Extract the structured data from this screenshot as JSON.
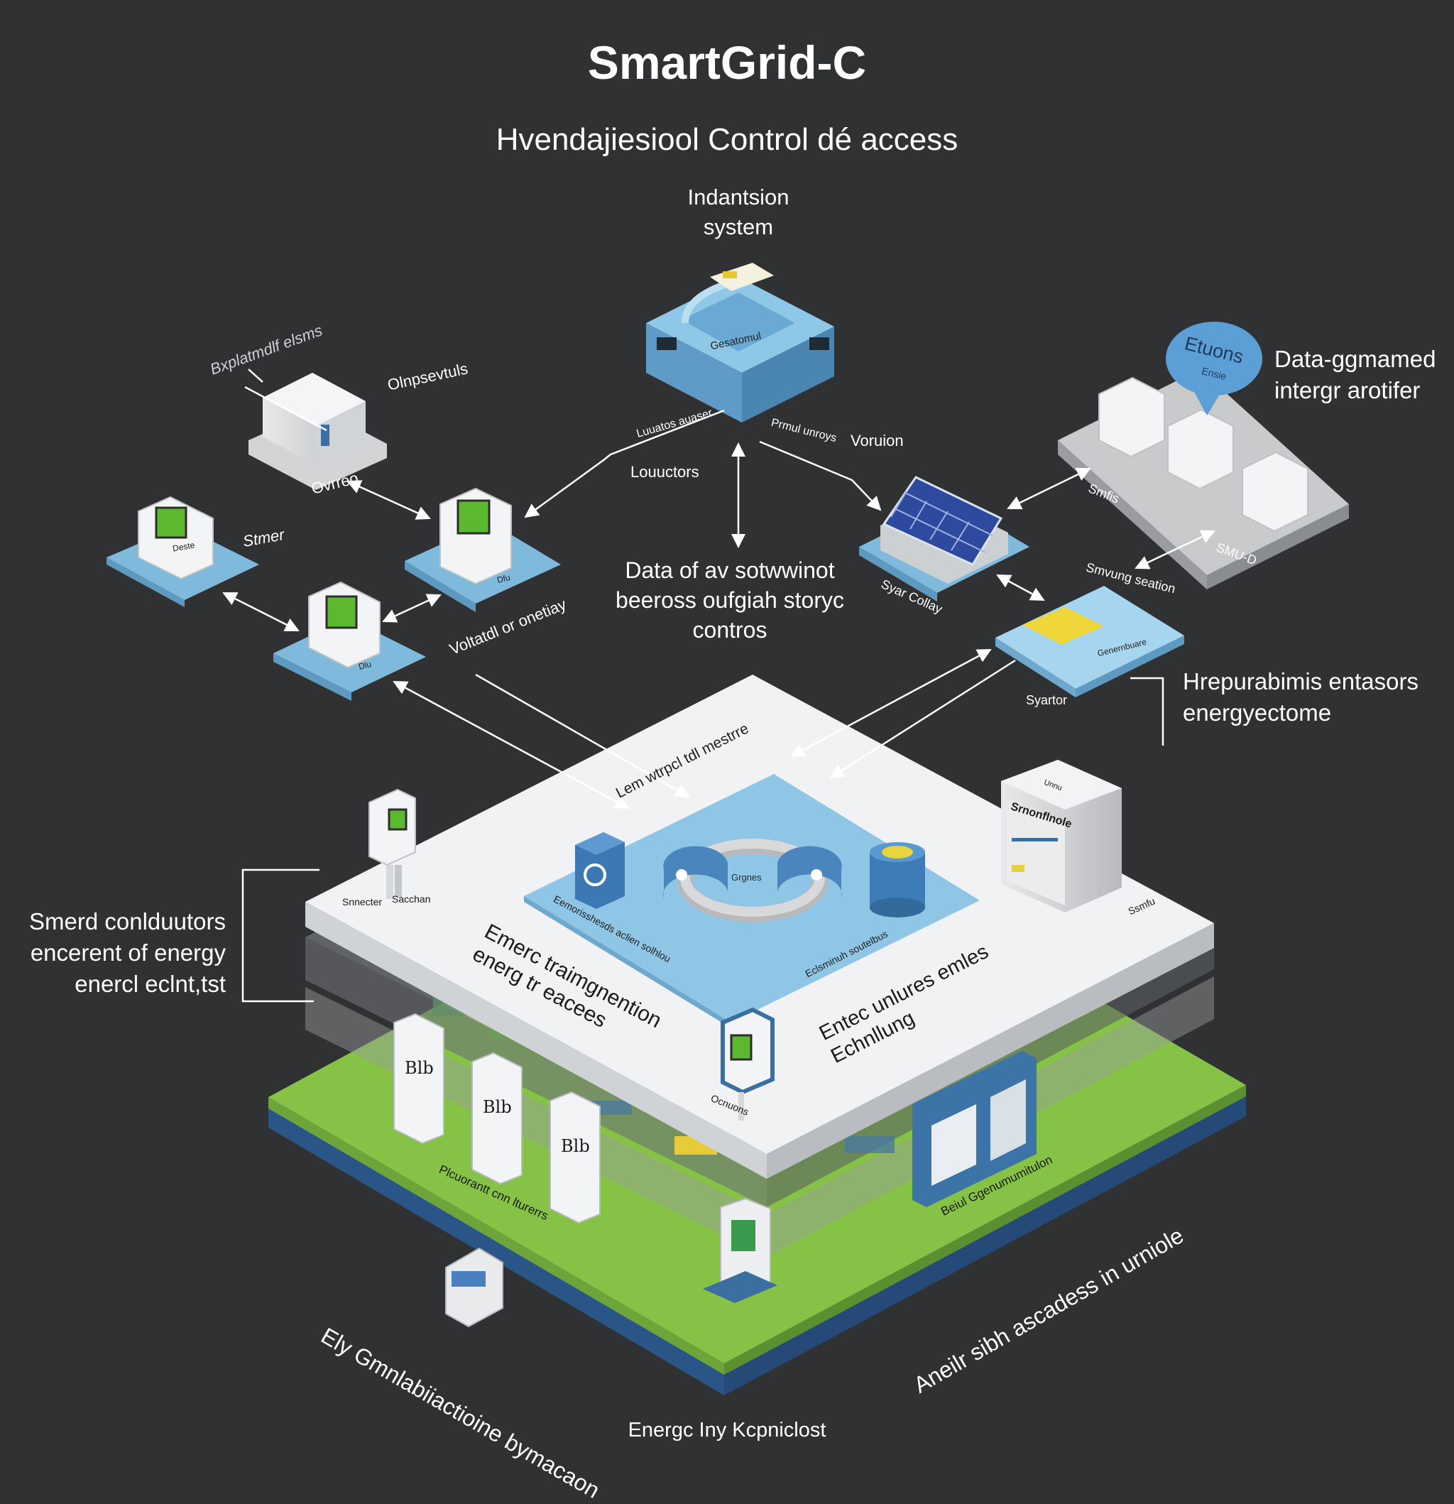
{
  "header": {
    "title": "SmartGrid-C",
    "subtitle": "Hvendajiesiool Control dé access"
  },
  "central_system": {
    "label_line1": "Indantsion",
    "label_line2": "system",
    "box_text": "Gesatomul"
  },
  "center_note": {
    "line1": "Data of av sotwwinot",
    "line2": "beeross oufgiah storyc",
    "line3": "contros"
  },
  "left_cluster": {
    "sensor_label": "Bxplatmdlf elsms",
    "enclosure_label": "Olnpsevtuls",
    "onreo_label": "Ovrreo",
    "stmer_label": "Stmer",
    "voltage_label": "Voltatdl or onetiay",
    "device_screen_texts": [
      "Deste",
      "Dfu",
      "Dlu"
    ]
  },
  "connector_labels": {
    "louuctors": "Louuctors",
    "luuatos_auaser": "Luuatos auaser",
    "prmul_unroys": "Prmul unroys",
    "voruion": "Voruion",
    "smfis": "Smfis",
    "smuo": "SMU-D"
  },
  "right_cluster": {
    "bubble_line1": "Etuons",
    "bubble_line2": "Ensie",
    "data_label_line1": "Data-ggmamed",
    "data_label_line2": "intergr arotifer",
    "solar_label": "Syar Collay",
    "storage_box_label": "Smvung seation",
    "storage_box_text": "Genernbuare",
    "syartor_label": "Syartor",
    "repub_line1": "Hrepurabimis entasors",
    "repub_line2": "energyectome"
  },
  "platform": {
    "top_edge_label": "Lem wtrpcl tdl mestrre",
    "inner_left_label": "Eemorisshesds aclien solhlou",
    "inner_right_label": "Eclsminuh soutelbus",
    "ring_text": "Grgnes",
    "left_text_line1": "Emerc traimgnention",
    "left_text_line2": "energ tr eacees",
    "right_text_line1": "Entec unlures emles",
    "right_text_line2": "Echnllung",
    "cabinet_title": "Srnonflnole",
    "cabinet_label": "Unnu",
    "left_device_labels": [
      "Snnecter",
      "Sacchan"
    ],
    "front_device_label": "Ocnuons",
    "side_note": "Ssmfu"
  },
  "base": {
    "front_left_label": "Plcuorantt cnn lturerrs",
    "front_right_label": "Beiul Ggenumumitulon",
    "meter_glyphs": [
      "Blb",
      "Blb",
      "Blb"
    ]
  },
  "left_note": {
    "line1": "Smerd conlduutors",
    "line2": "encerent of energy",
    "line3": "enercl eclnt,tst"
  },
  "bottom": {
    "diag_left": "Ely Gmnlabiiactioine bymacaon",
    "diag_right": "Aneilr sibh ascadess in urniole",
    "footer": "Energc Iny Kcpniclost"
  },
  "colors": {
    "background": "#303132",
    "platform_top": "#f1f2f3",
    "accent_blue": "#7fbadd",
    "deep_blue": "#3a6f9f",
    "grass_green": "#86c246",
    "screen_green": "#5cb82e",
    "solar_blue": "#2d4a9e",
    "gold": "#efd63a"
  },
  "icons": [
    "server-box-icon",
    "meter-device-icon",
    "solar-panel-icon",
    "speech-bubble-icon",
    "storage-module-icon",
    "ring-hub-icon",
    "cylinder-tank-icon",
    "cabinet-icon",
    "charging-post-icon",
    "battery-meter-icon"
  ]
}
